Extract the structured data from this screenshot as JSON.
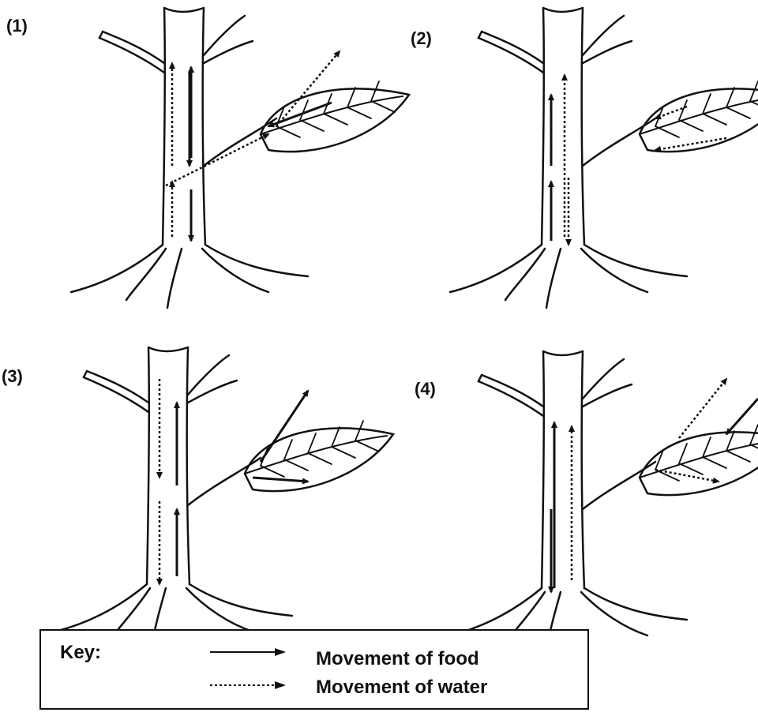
{
  "panels": [
    {
      "label": "(1)"
    },
    {
      "label": "(2)"
    },
    {
      "label": "(3)"
    },
    {
      "label": "(4)"
    }
  ],
  "key": {
    "title": "Key:",
    "food": "Movement of food",
    "water": "Movement of water"
  },
  "colors": {
    "ink": "#111111",
    "paper": "#ffffff"
  }
}
